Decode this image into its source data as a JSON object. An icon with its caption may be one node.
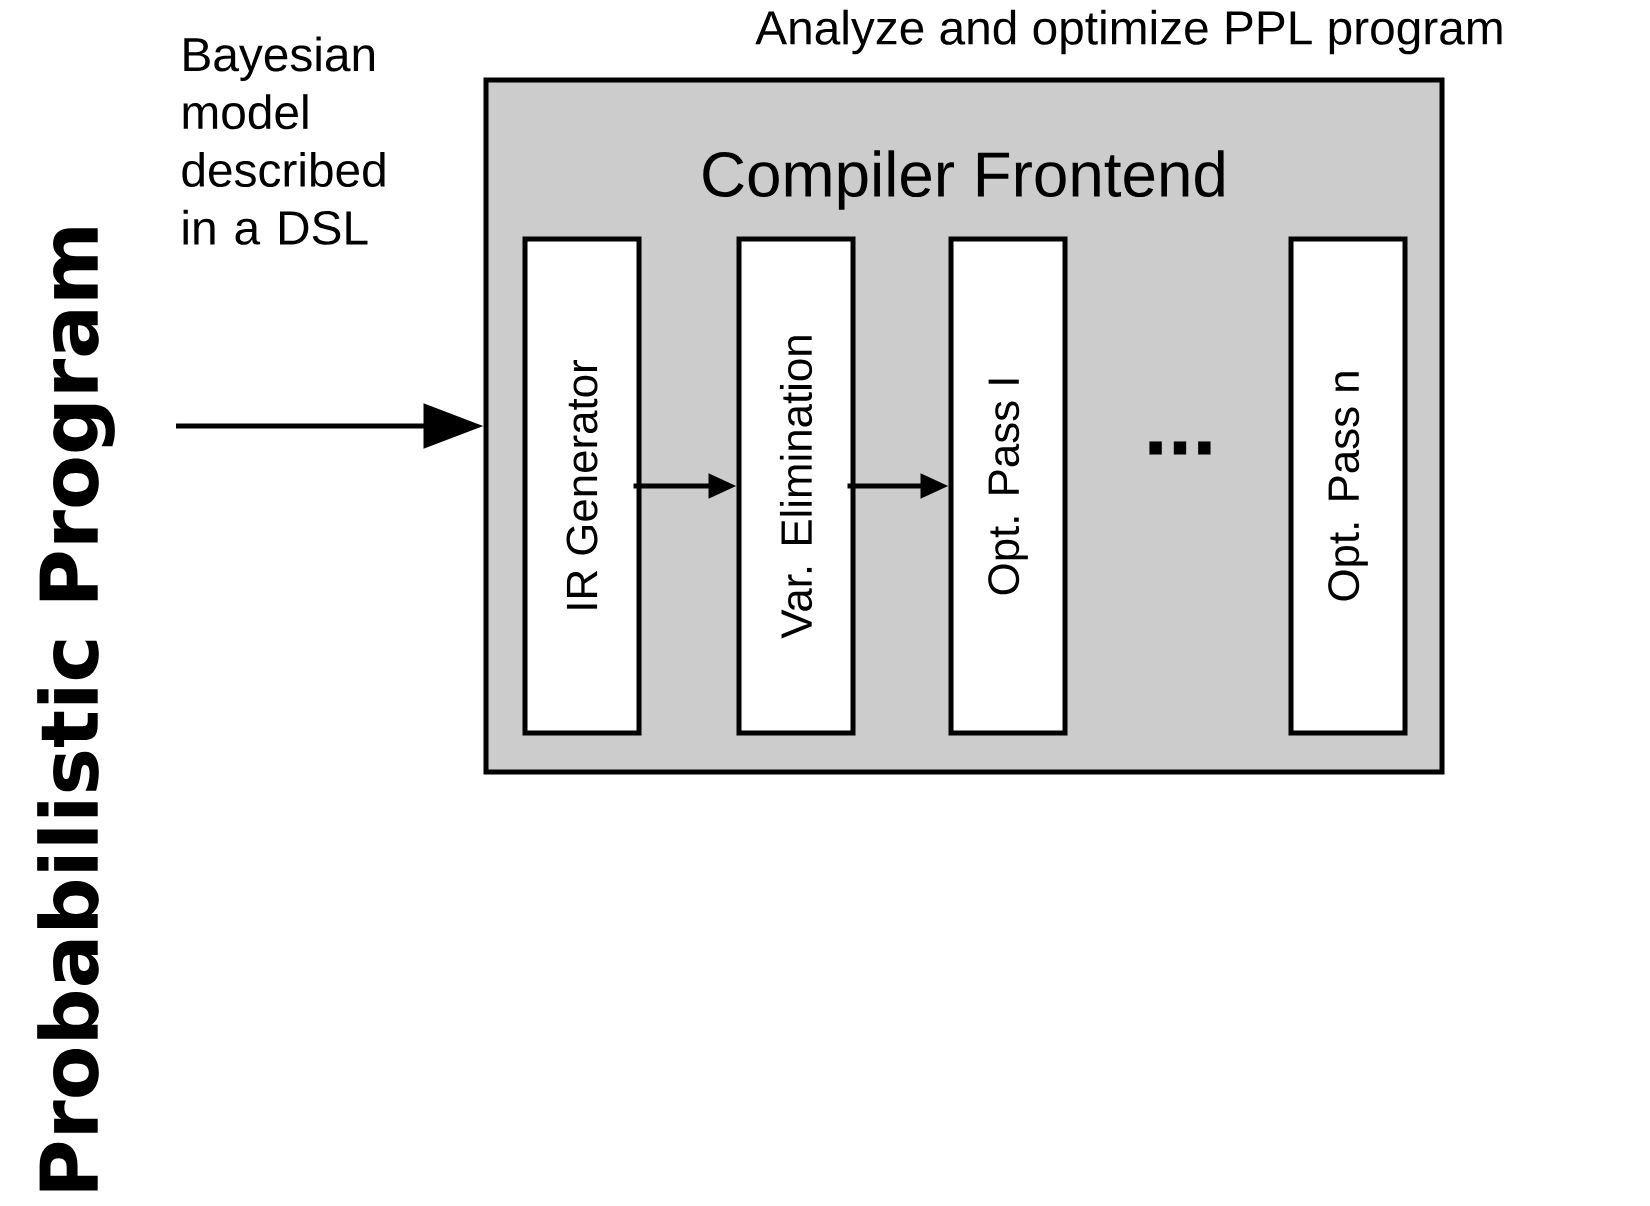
{
  "diagram": {
    "nodes": [
      {
        "text": [
          "Compiler Frontend"
        ],
        "beside": [
          "Analyze and optimize PPL program"
        ]
      },
      {
        "text": [
          "IR Generator"
        ],
        "in": 0
      },
      {
        "text": [
          "Var. Elimination"
        ],
        "in": 0
      },
      {
        "text": [
          "Opt. Pass I"
        ],
        "in": 0
      },
      {
        "text": [
          "Opt. Pass n"
        ],
        "in": 0
      }
    ],
    "edges": [
      {
        "from": null,
        "to": 0,
        "arrow": "to"
      },
      {
        "from": 1,
        "to": 2,
        "arrow": "to"
      },
      {
        "from": 2,
        "to": 3,
        "arrow": "to"
      }
    ],
    "labels": [
      "Probabilistic Program",
      "Bayesian model described in a DSL",
      "..."
    ]
  }
}
